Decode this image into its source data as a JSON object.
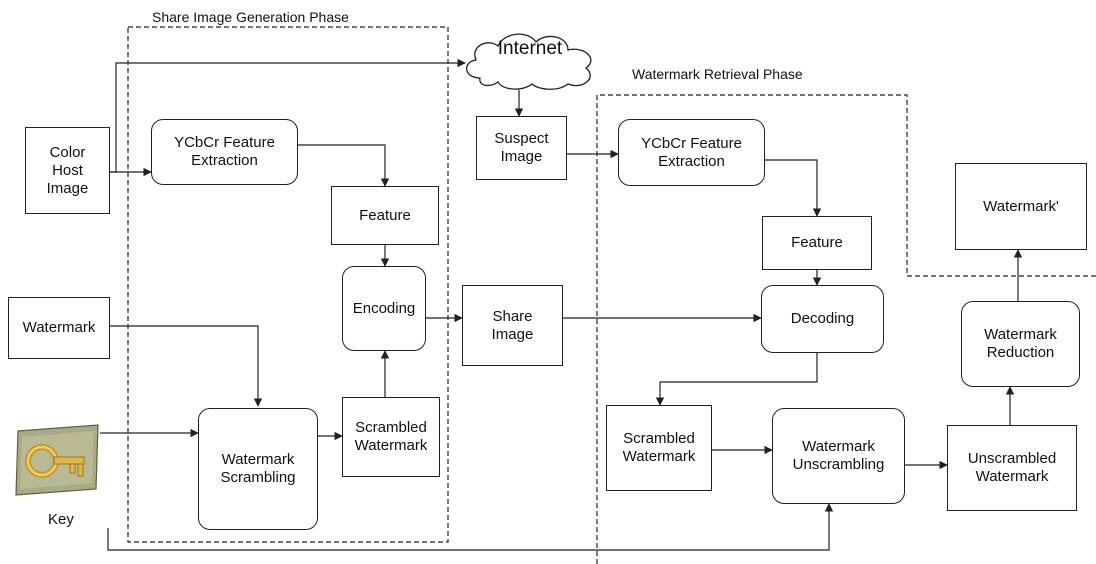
{
  "phases": {
    "share_generation": "Share Image Generation Phase",
    "watermark_retrieval": "Watermark Retrieval Phase"
  },
  "nodes": {
    "internet": "Internet",
    "color_host_image": "Color\nHost\nImage",
    "ycbcr_left": "YCbCr Feature\nExtraction",
    "feature_left": "Feature",
    "encoding": "Encoding",
    "watermark_input": "Watermark",
    "watermark_scrambling": "Watermark\nScrambling",
    "scrambled_watermark_left": "Scrambled\nWatermark",
    "key": "Key",
    "share_image": "Share\nImage",
    "suspect_image": "Suspect\nImage",
    "ycbcr_right": "YCbCr Feature\nExtraction",
    "feature_right": "Feature",
    "decoding": "Decoding",
    "scrambled_watermark_right": "Scrambled\nWatermark",
    "watermark_unscrambling": "Watermark\nUnscrambling",
    "unscrambled_watermark": "Unscrambled\nWatermark",
    "watermark_reduction": "Watermark\nReduction",
    "watermark_output": "Watermark'"
  },
  "icons": {
    "key": "key-icon",
    "cloud": "cloud-shape"
  },
  "colors": {
    "line": "#222222",
    "key_card": "#a9ab86",
    "key_metal": "#e0b84a"
  }
}
